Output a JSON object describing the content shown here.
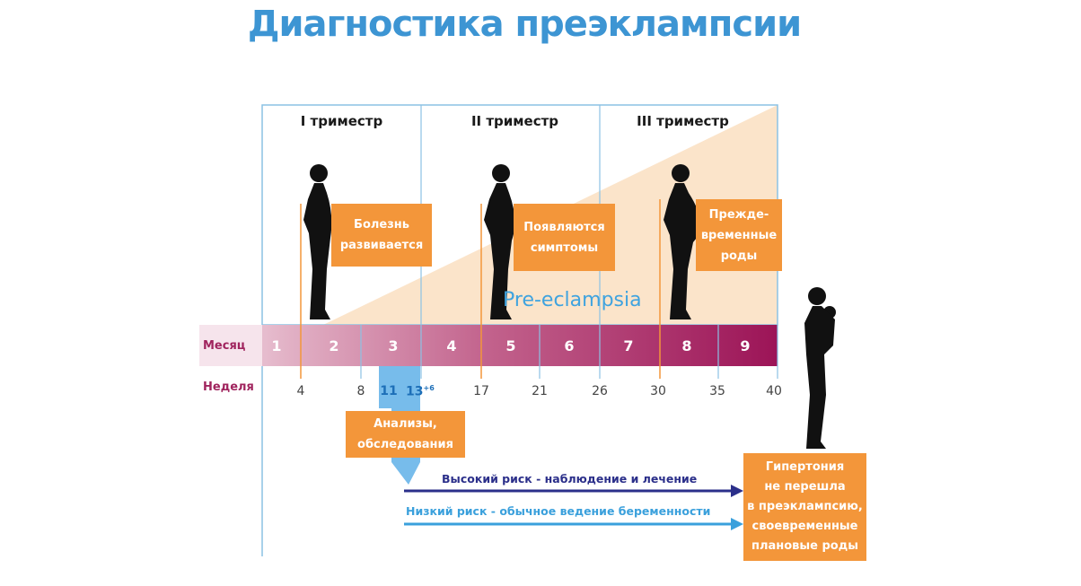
{
  "title": "Диагностика преэклампсии",
  "trimesters": [
    "I триместр",
    "II триместр",
    "III триместр"
  ],
  "stage_boxes": [
    {
      "lines": [
        "Болезнь",
        "развивается"
      ]
    },
    {
      "lines": [
        "Появляются",
        "симптомы"
      ]
    },
    {
      "lines": [
        "Прежде-",
        "временные",
        "роды"
      ]
    }
  ],
  "condition_label": "Pre-eclampsia",
  "month_label": "Месяц",
  "week_label": "Неделя",
  "months": [
    "1",
    "2",
    "3",
    "4",
    "5",
    "6",
    "7",
    "8",
    "9"
  ],
  "weeks": [
    "4",
    "8",
    "17",
    "21",
    "26",
    "30",
    "35",
    "40"
  ],
  "screening_weeks": {
    "start": "11",
    "end": "13",
    "end_sup": "+6"
  },
  "screening_box": [
    "Анализы,",
    "обследования"
  ],
  "high_risk": "Высокий риск - наблюдение и лечение",
  "low_risk": "Низкий риск - обычное ведение беременности",
  "outcome_box": [
    "Гипертония",
    "не перешла",
    "в преэклампсию,",
    "своевременные",
    "плановые роды"
  ],
  "colors": {
    "accent": "#3d95d3",
    "orange": "#f3963a",
    "high_risk": "#2b2f8a",
    "low_risk": "#3aa0dc",
    "month_dark": "#9c1457"
  }
}
